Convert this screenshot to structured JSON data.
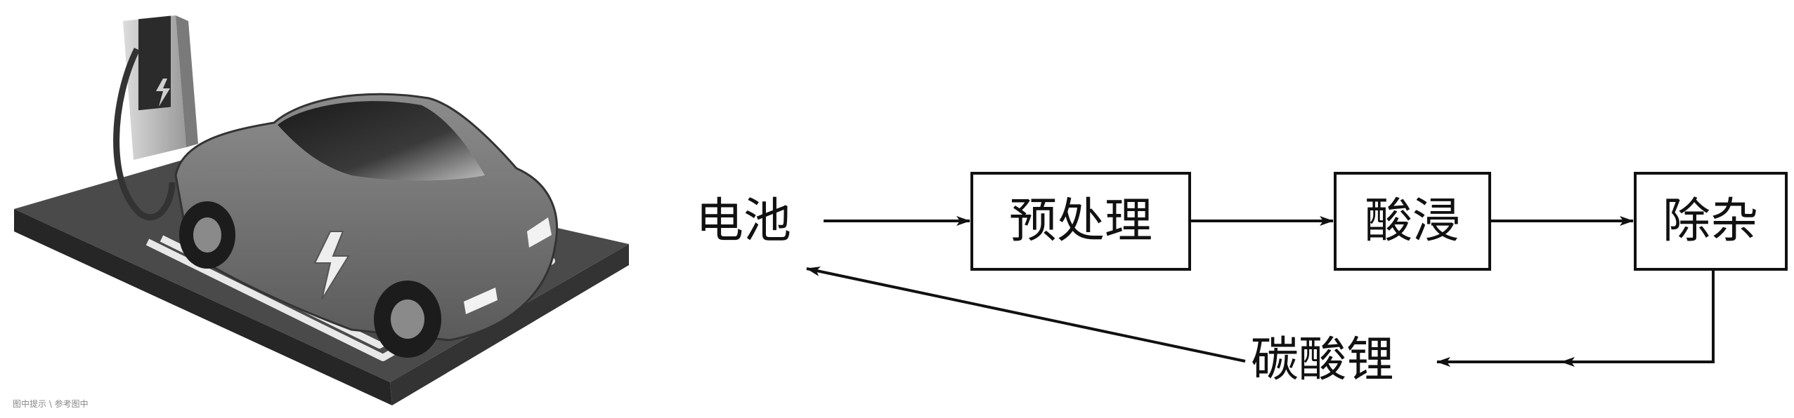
{
  "diagram": {
    "nodes": {
      "battery": "电池",
      "pretreatment": "预处理",
      "acid_leaching": "酸浸",
      "impurity_removal": "除杂",
      "lithium_carbonate": "碳酸锂"
    },
    "edges": [
      [
        "battery",
        "pretreatment"
      ],
      [
        "pretreatment",
        "acid_leaching"
      ],
      [
        "acid_leaching",
        "impurity_removal"
      ],
      [
        "impurity_removal",
        "lithium_carbonate"
      ],
      [
        "lithium_carbonate",
        "battery"
      ]
    ]
  },
  "illustration": {
    "subject": "electric car at charging station",
    "watermark": "图中提示 \\ 参考图中"
  }
}
